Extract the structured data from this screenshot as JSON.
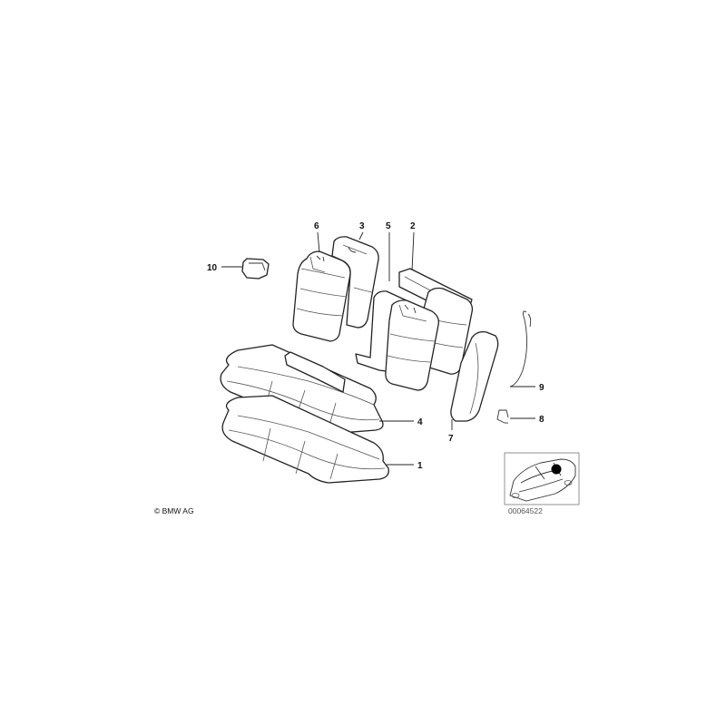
{
  "diagram": {
    "callouts": [
      "1",
      "2",
      "3",
      "4",
      "5",
      "6",
      "7",
      "8",
      "9",
      "10"
    ]
  },
  "copyright": "© BMW AG",
  "reference_number": "00064522"
}
